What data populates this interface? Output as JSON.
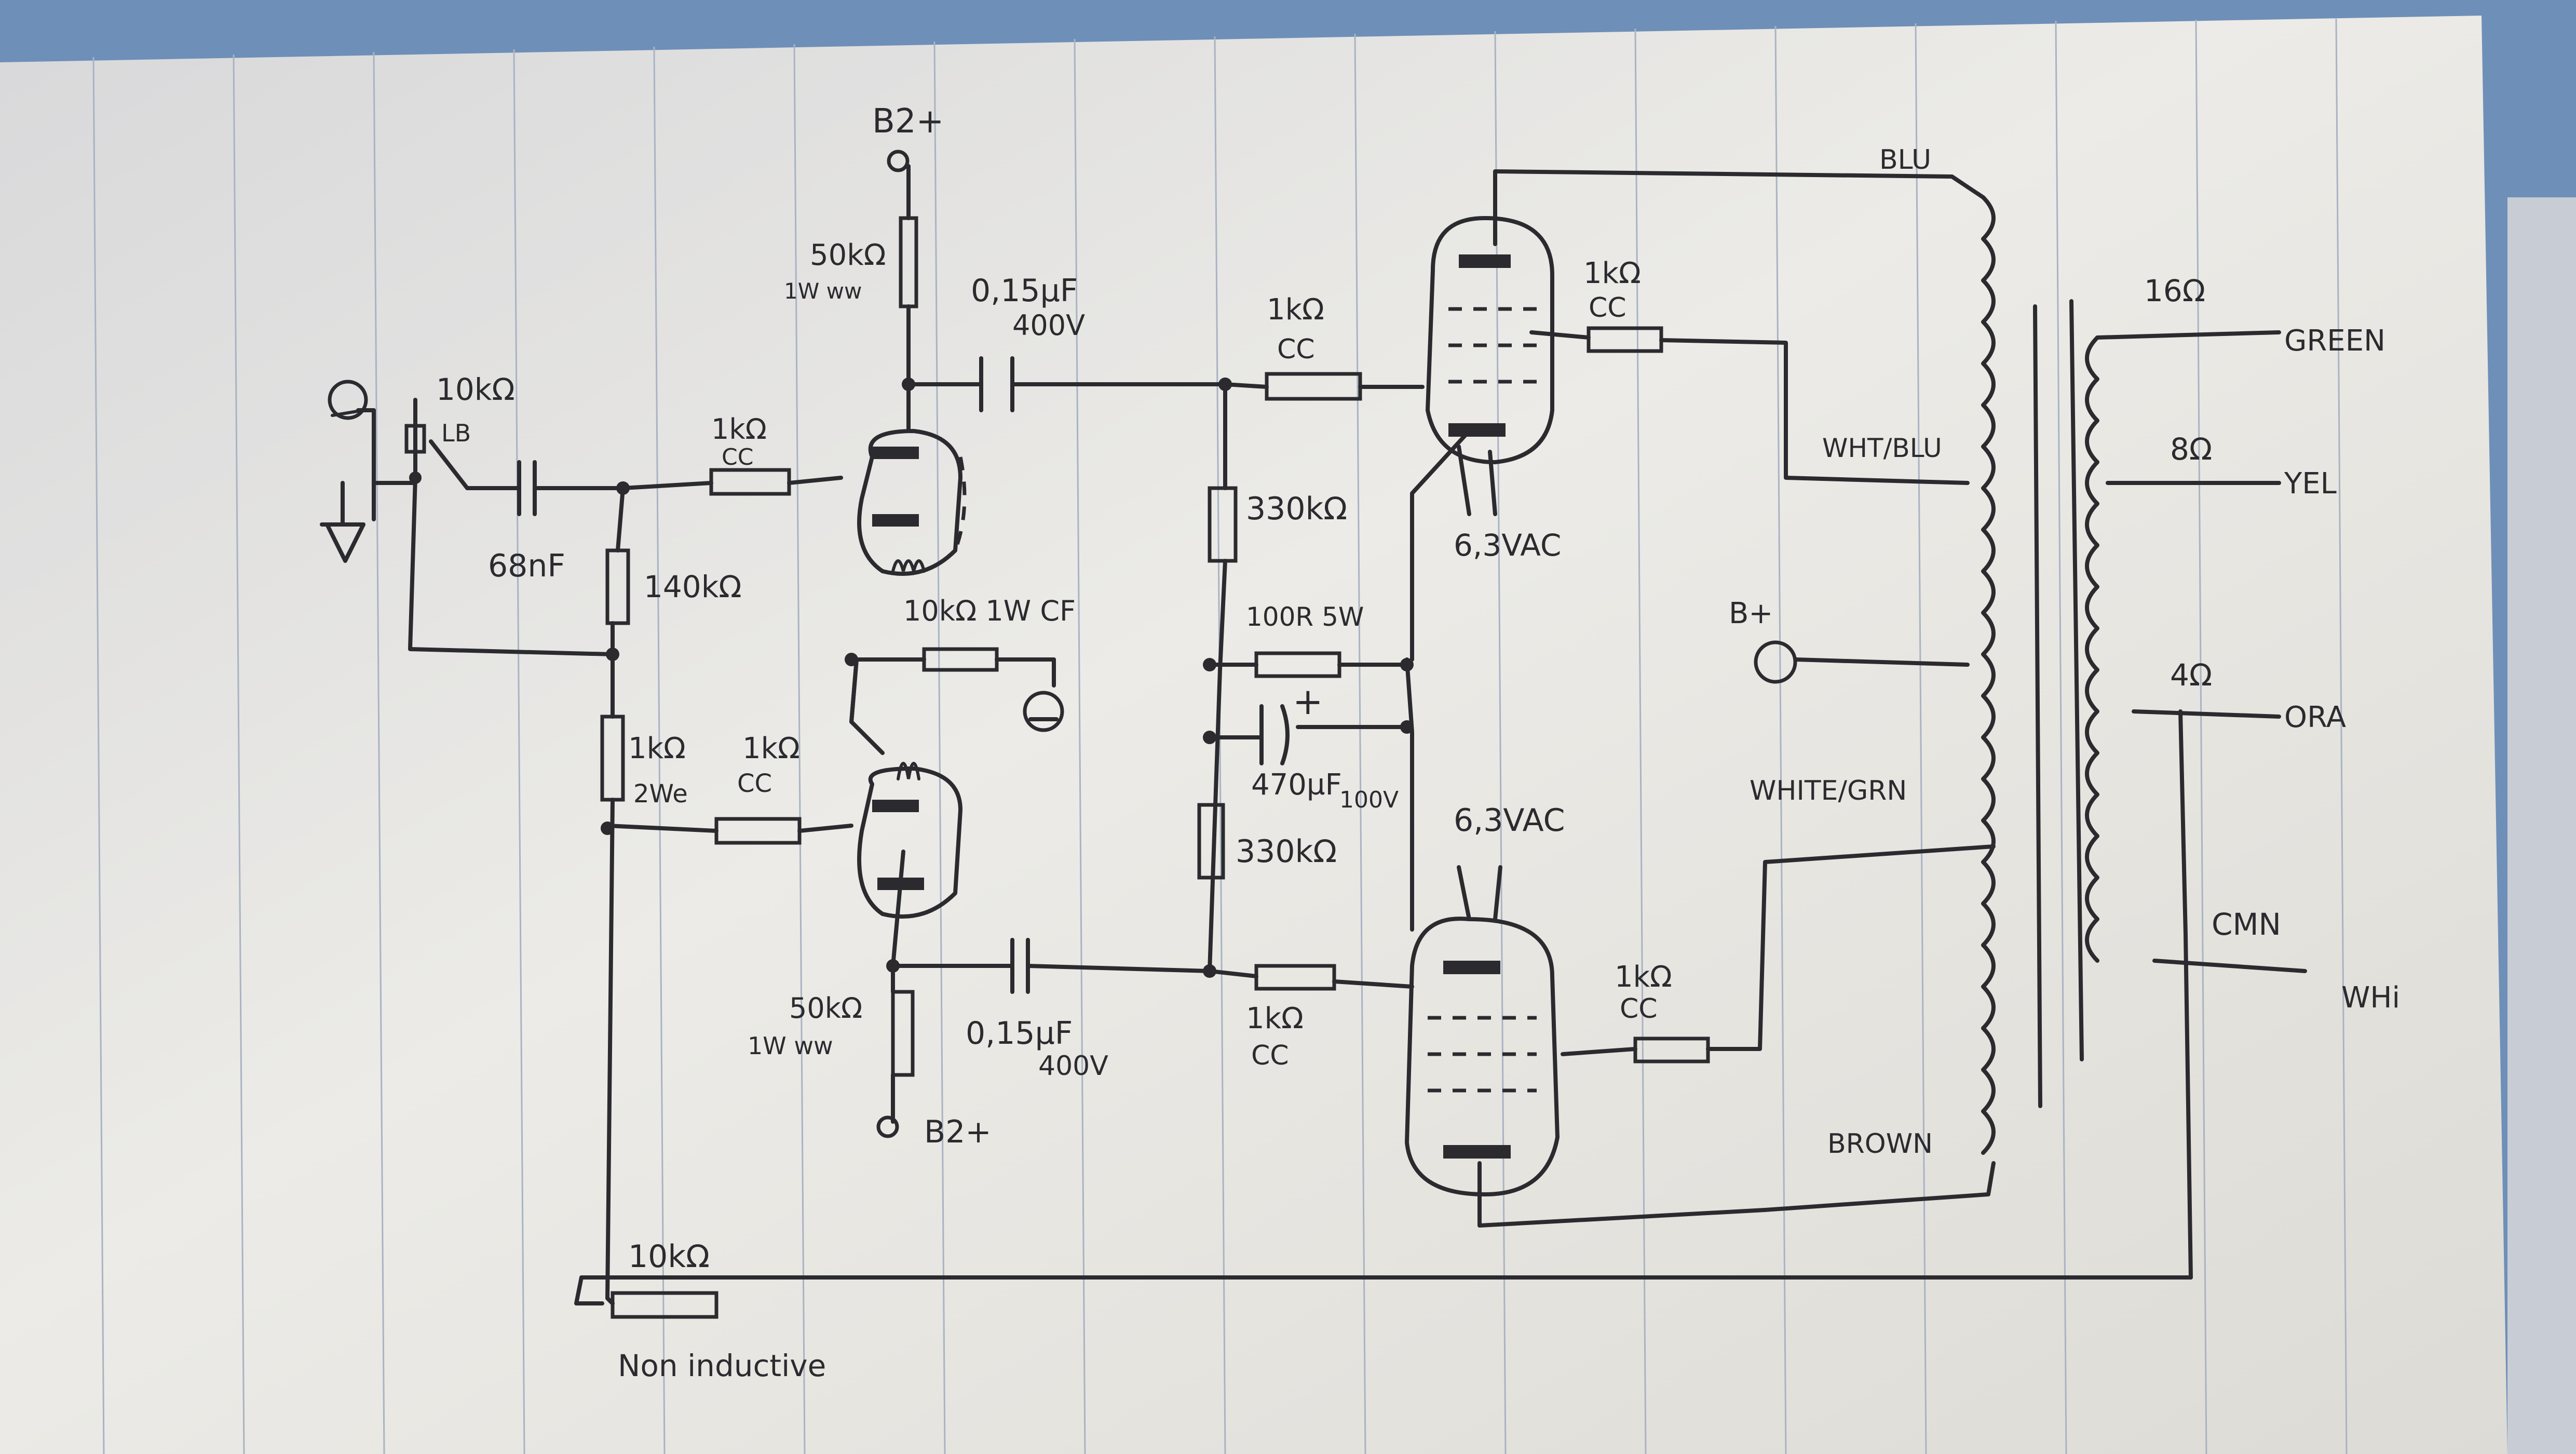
{
  "labels": {
    "b2_top": "B2+",
    "r_plate_top_value": "50kΩ",
    "r_plate_top_rating": "1W ww",
    "cap_top_value": "0,15µF",
    "cap_top_voltage": "400V",
    "r_grid_top_value": "1kΩ",
    "r_grid_top_type": "CC",
    "r_screen_top_value": "1kΩ",
    "r_screen_top_type": "CC",
    "wire_blu": "BLU",
    "wire_wht_blu": "WHT/BLU",
    "heater_top": "6,3VAC",
    "pot_value": "10kΩ",
    "pot_taper": "LB",
    "cap_input_value": "68nF",
    "r_input_grid_value": "1kΩ",
    "r_input_grid_type": "CC",
    "r_grid_leak_value": "140kΩ",
    "r_bias_top_value": "330kΩ",
    "r_tail_value": "10kΩ 1W CF",
    "r_cathode_value": "100R 5W",
    "cap_cathode_value": "470µF",
    "cap_cathode_voltage": "100V",
    "r_bias_bottom_value": "330kΩ",
    "b_plus": "B+",
    "wire_white_grn": "WHITE/GRN",
    "heater_bottom": "6,3VAC",
    "r_fb_small_value": "1kΩ",
    "r_fb_small_type": "2We",
    "r_lower_grid_value": "1kΩ",
    "r_lower_grid_type": "CC",
    "r_plate_bottom_value": "50kΩ",
    "r_plate_bottom_rating": "1W ww",
    "b2_bottom": "B2+",
    "cap_bottom_value": "0,15µF",
    "cap_bottom_voltage": "400V",
    "r_grid_bottom_value": "1kΩ",
    "r_grid_bottom_type": "CC",
    "r_screen_bottom_value": "1kΩ",
    "r_screen_bottom_type": "CC",
    "wire_brown": "BROWN",
    "r_feedback_value": "10kΩ",
    "r_feedback_note": "Non inductive",
    "tap_16": "16Ω",
    "wire_green": "GREEN",
    "tap_8": "8Ω",
    "wire_yel": "YEL",
    "tap_4": "4Ω",
    "wire_ora": "ORA",
    "tap_cmn": "CMN",
    "wire_whi": "WHi"
  }
}
